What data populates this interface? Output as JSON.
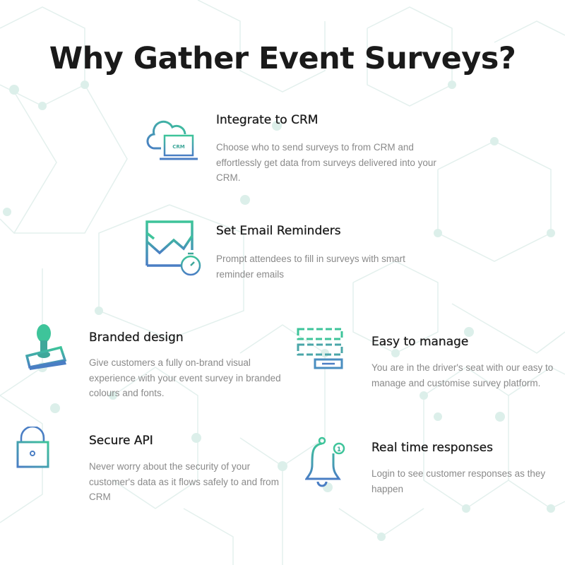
{
  "heading": "Why Gather Event Surveys?",
  "colors": {
    "gradient_start": "#3ec49a",
    "gradient_end": "#4a7ec4",
    "background_network": "#dcefea"
  },
  "features": [
    {
      "icon": "cloud-crm-laptop-icon",
      "icon_label": "CRM",
      "title": "Integrate to CRM",
      "description": "Choose who to send surveys to from CRM and effortlessly get data from surveys delivered into your CRM."
    },
    {
      "icon": "envelope-stopwatch-icon",
      "title": "Set Email Reminders",
      "description": "Prompt attendees to fill in surveys with smart reminder emails"
    },
    {
      "icon": "stamp-icon",
      "title": "Branded design",
      "description": "Give customers a fully on-brand visual experience with your event survey in branded colours and fonts."
    },
    {
      "icon": "form-fields-icon",
      "title": "Easy to manage",
      "description": "You are in the driver's seat with our easy to manage and customise survey platform."
    },
    {
      "icon": "padlock-icon",
      "title": "Secure API",
      "description": "Never worry about the security of your customer's data as it flows safely to and from CRM"
    },
    {
      "icon": "bell-notification-icon",
      "icon_badge": "1",
      "title": "Real time responses",
      "description": "Login to see customer responses as they happen"
    }
  ]
}
